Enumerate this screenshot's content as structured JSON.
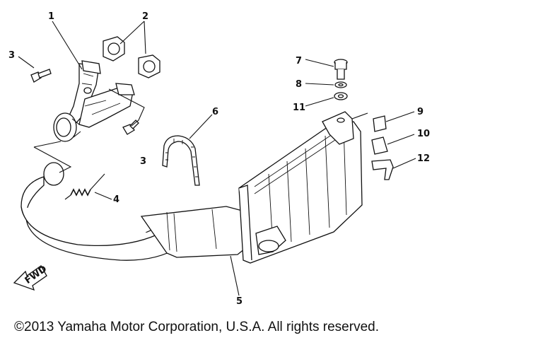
{
  "callouts": {
    "n1": "1",
    "n2": "2",
    "n3a": "3",
    "n3b": "3",
    "n4": "4",
    "n5": "5",
    "n6": "6",
    "n7": "7",
    "n8": "8",
    "n9": "9",
    "n10": "10",
    "n11": "11",
    "n12": "12"
  },
  "fwd_label": "FWD",
  "copyright": "©2013 Yamaha Motor Corporation, U.S.A. All rights reserved."
}
